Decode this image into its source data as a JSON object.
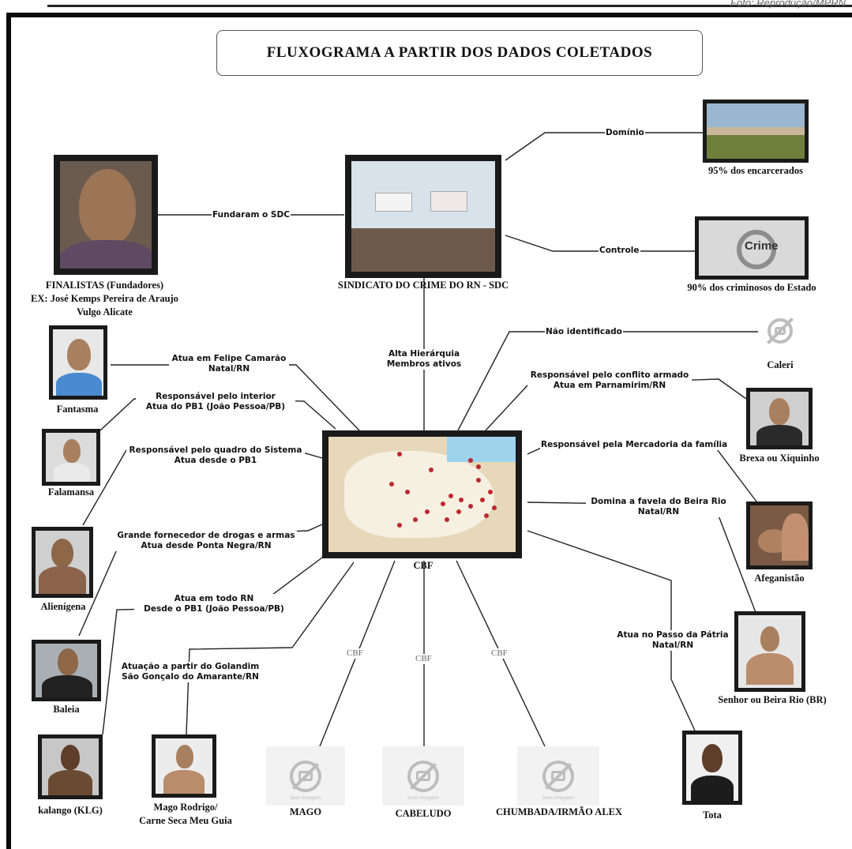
{
  "credit": "Foto: Reprodução/MPRN",
  "title": "FLUXOGRAMA A PARTIR DOS DADOS COLETADOS",
  "nodes": {
    "finalistas": [
      "FINALISTAS (Fundadores)",
      "EX: José Kemps Pereira de Araujo",
      "Vulgo Alicate"
    ],
    "sdc": "SINDICATO DO CRIME DO RN - SDC",
    "encarcerados": "95% dos encarcerados",
    "criminosos": "90% dos criminosos do Estado",
    "cbf": "CBF",
    "fantasma": "Fantasma",
    "falamansa": "Falamansa",
    "alienigena": "Alienígena",
    "baleia": "Baleia",
    "kalango": "kalango (KLG)",
    "mago_rodrigo": [
      "Mago Rodrigo/",
      "Carne Seca Meu Guia"
    ],
    "mago": "MAGO",
    "cabeludo": "CABELUDO",
    "chumbada": "CHUMBADA/IRMÃO ALEX",
    "tota": "Tota",
    "senhor": "Senhor ou Beira Rio (BR)",
    "afeganistao": "Afeganistão",
    "brexa": "Brexa ou Xiquinho",
    "caleri": "Caleri"
  },
  "no_image_text": "Sem Imagem",
  "crime_text": "Crime",
  "edges": {
    "fundaram": "Fundaram o SDC",
    "dominio": "Domínio",
    "controle": "Controle",
    "alta": [
      "Alta Hierárquia",
      "Membros ativos"
    ],
    "fantasma": [
      "Atua em Felipe Camarão",
      "Natal/RN"
    ],
    "falamansa": [
      "Responsável pelo interior",
      "Atua do PB1 (João Pessoa/PB)"
    ],
    "alienigena": [
      "Responsável pelo quadro do Sistema",
      "Atua desde o PB1"
    ],
    "baleia": [
      "Grande fornecedor de drogas e armas",
      "Atua desde Ponta Negra/RN"
    ],
    "kalango": [
      "Atua em todo RN",
      "Desde o PB1 (João Pessoa/PB)"
    ],
    "mago_rodrigo": [
      "Atuação a partir do Golandim",
      "São Gonçalo do Amarante/RN"
    ],
    "cbf_mago": "CBF",
    "cbf_cabeludo": "CBF",
    "cbf_chumbada": "CBF",
    "caleri": "Não identificado",
    "brexa": [
      "Responsável pelo conflito armado",
      "Atua em Parnamirim/RN"
    ],
    "afeganistao": "Responsável pela Mercadoria da família",
    "senhor": [
      "Domina a favela do Beira Rio",
      "Natal/RN"
    ],
    "tota": [
      "Atua no Passo da Pátria",
      "Natal/RN"
    ]
  }
}
